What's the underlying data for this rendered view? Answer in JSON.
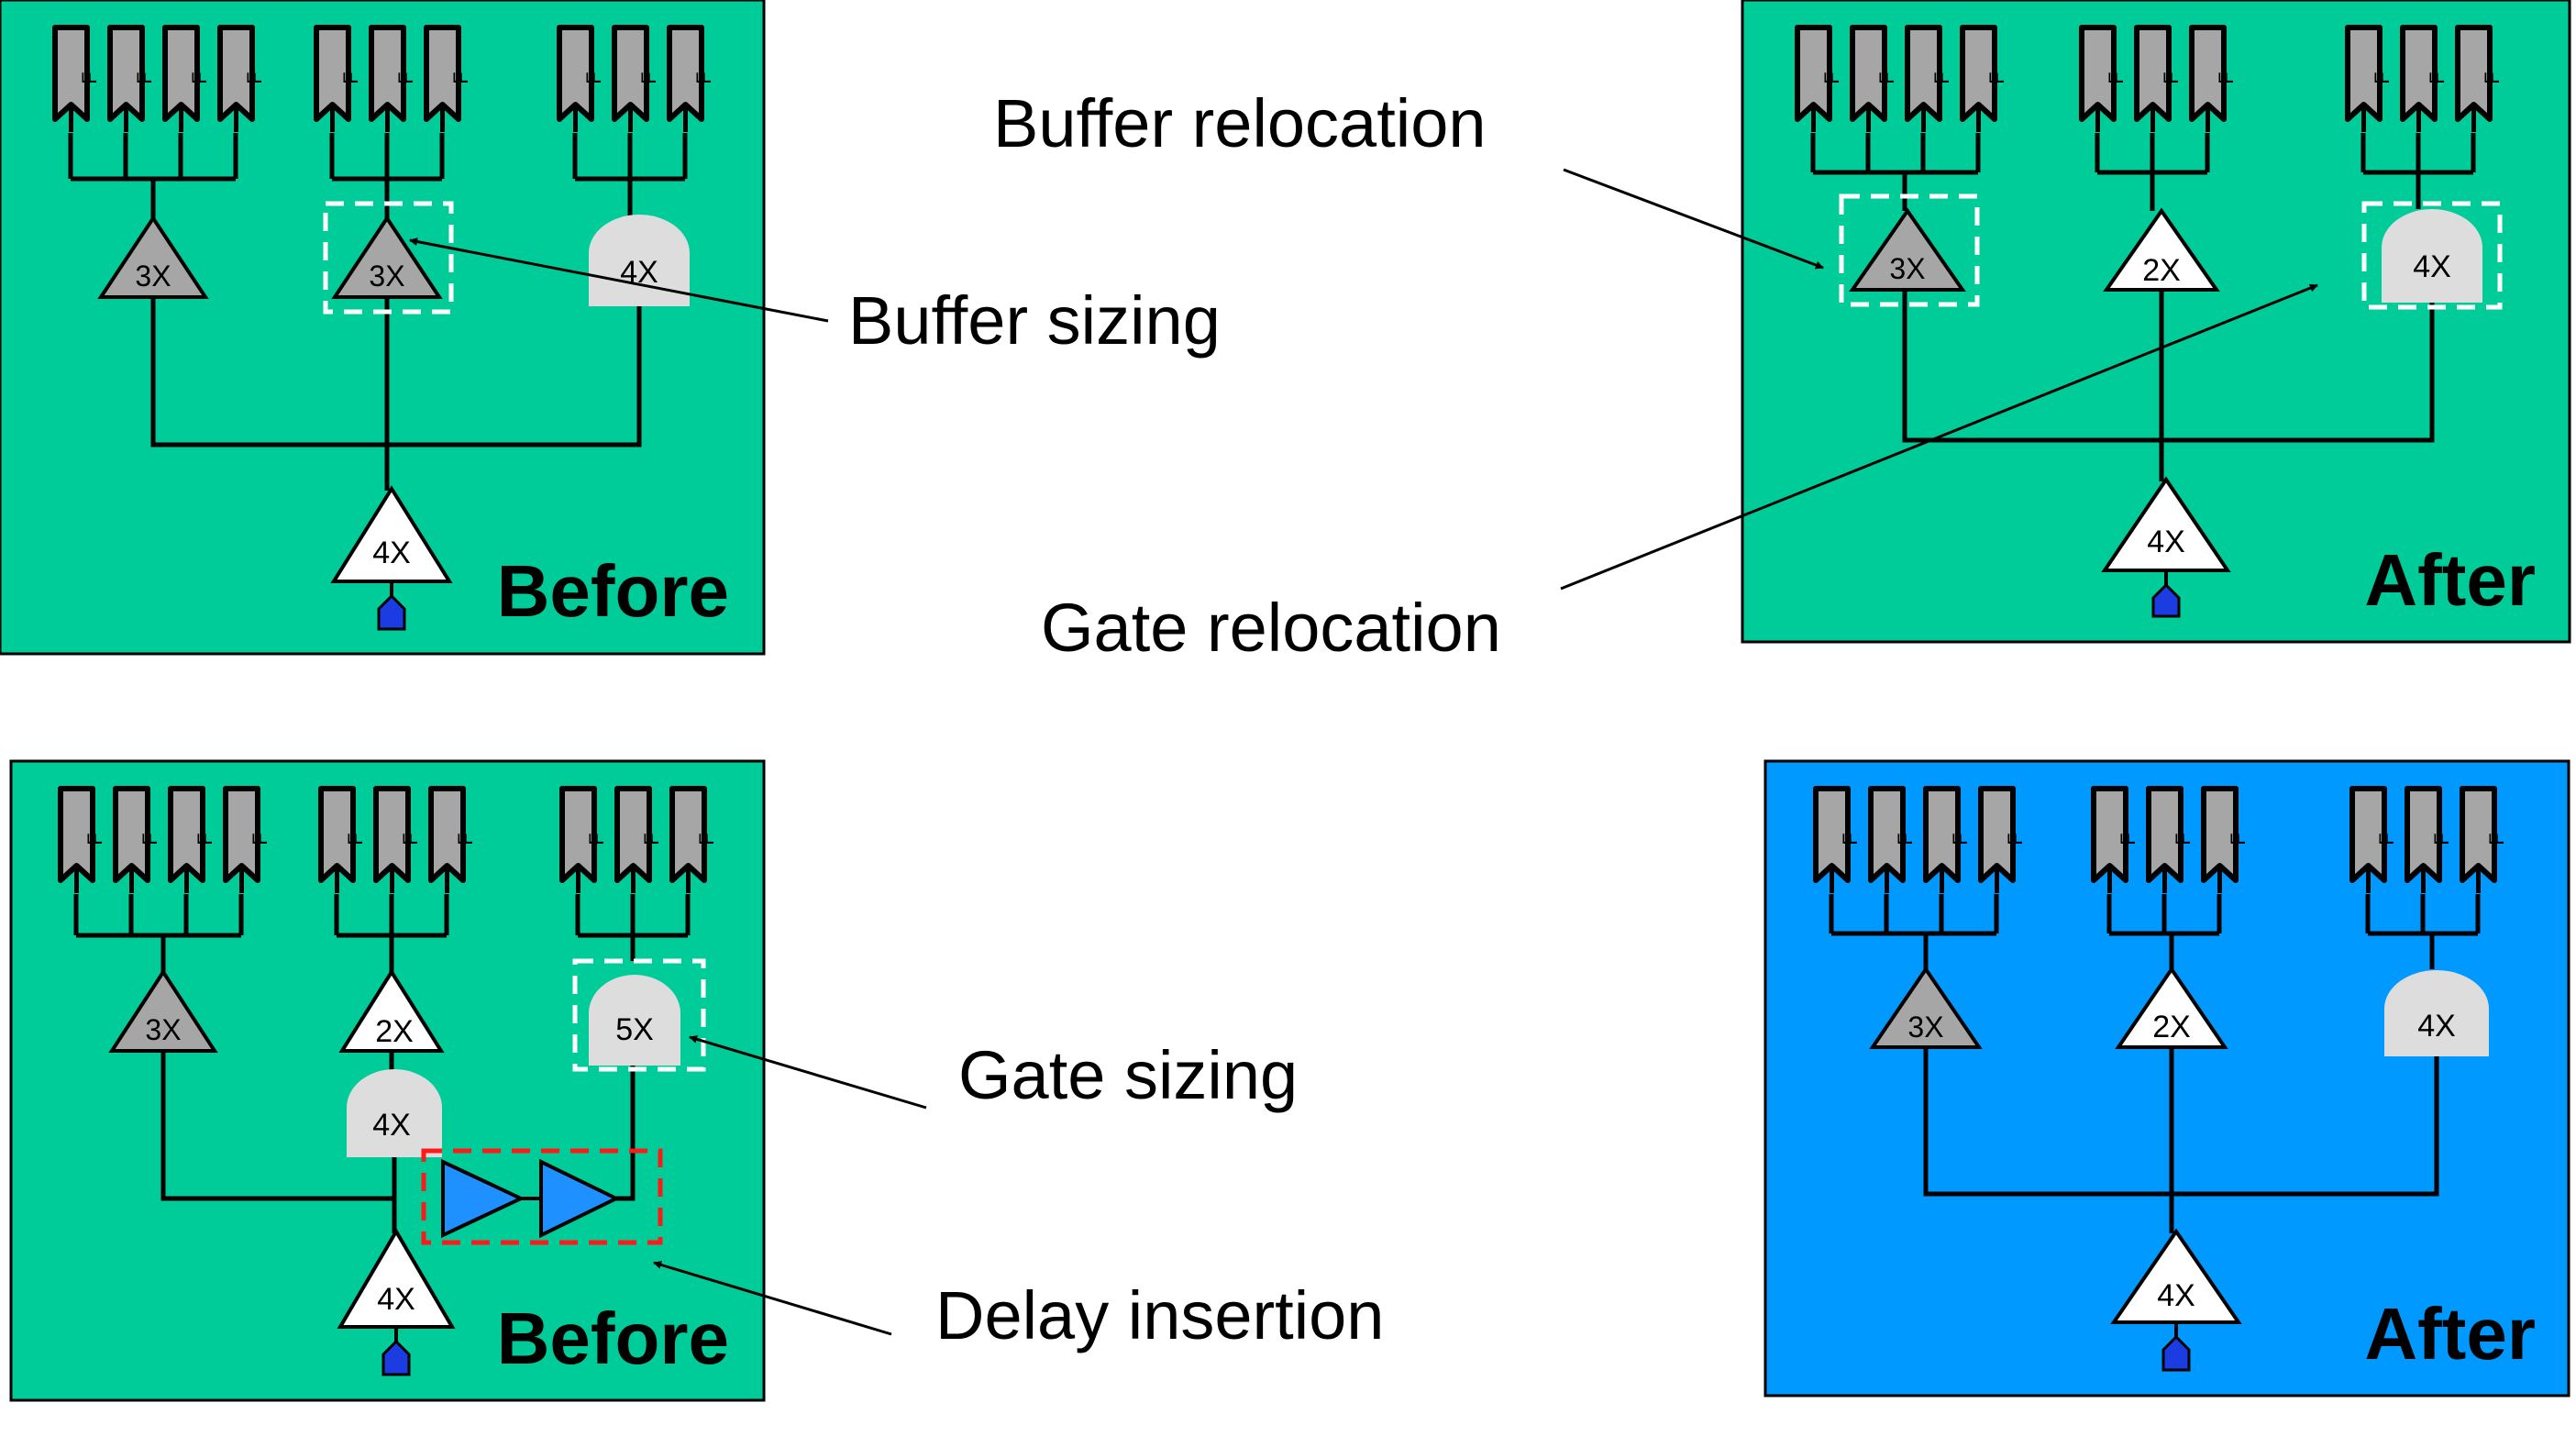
{
  "colors": {
    "panel_green": "#00CC99",
    "panel_blue": "#0099FF",
    "buffer_gray": "#A6A6A6",
    "gate_light": "#DDDDDD",
    "delay_blue": "#1E90FF",
    "source_blue": "#1A3CE0",
    "highlight_white": "#FFFFFF",
    "highlight_red": "#FF1A1A"
  },
  "ff_label": "F",
  "panels": [
    {
      "id": "top-left",
      "label": "Before",
      "cell_labels": {
        "buf_left": "3X",
        "buf_mid": "3X",
        "gate_right": "4X",
        "root": "4X"
      }
    },
    {
      "id": "top-right",
      "label": "After",
      "cell_labels": {
        "buf_left": "3X",
        "buf_mid": "2X",
        "gate_right": "4X",
        "root": "4X"
      }
    },
    {
      "id": "bottom-left",
      "label": "Before",
      "cell_labels": {
        "buf_left": "3X",
        "buf_mid": "2X",
        "gate_mid": "4X",
        "gate_right": "5X",
        "root": "4X"
      }
    },
    {
      "id": "bottom-right",
      "label": "After",
      "cell_labels": {
        "buf_left": "3X",
        "buf_mid": "2X",
        "gate_right": "4X",
        "root": "4X"
      }
    }
  ],
  "callouts": {
    "buffer_relocation": "Buffer relocation",
    "buffer_sizing": "Buffer sizing",
    "gate_relocation": "Gate relocation",
    "gate_sizing": "Gate sizing",
    "delay_insertion": "Delay insertion"
  }
}
